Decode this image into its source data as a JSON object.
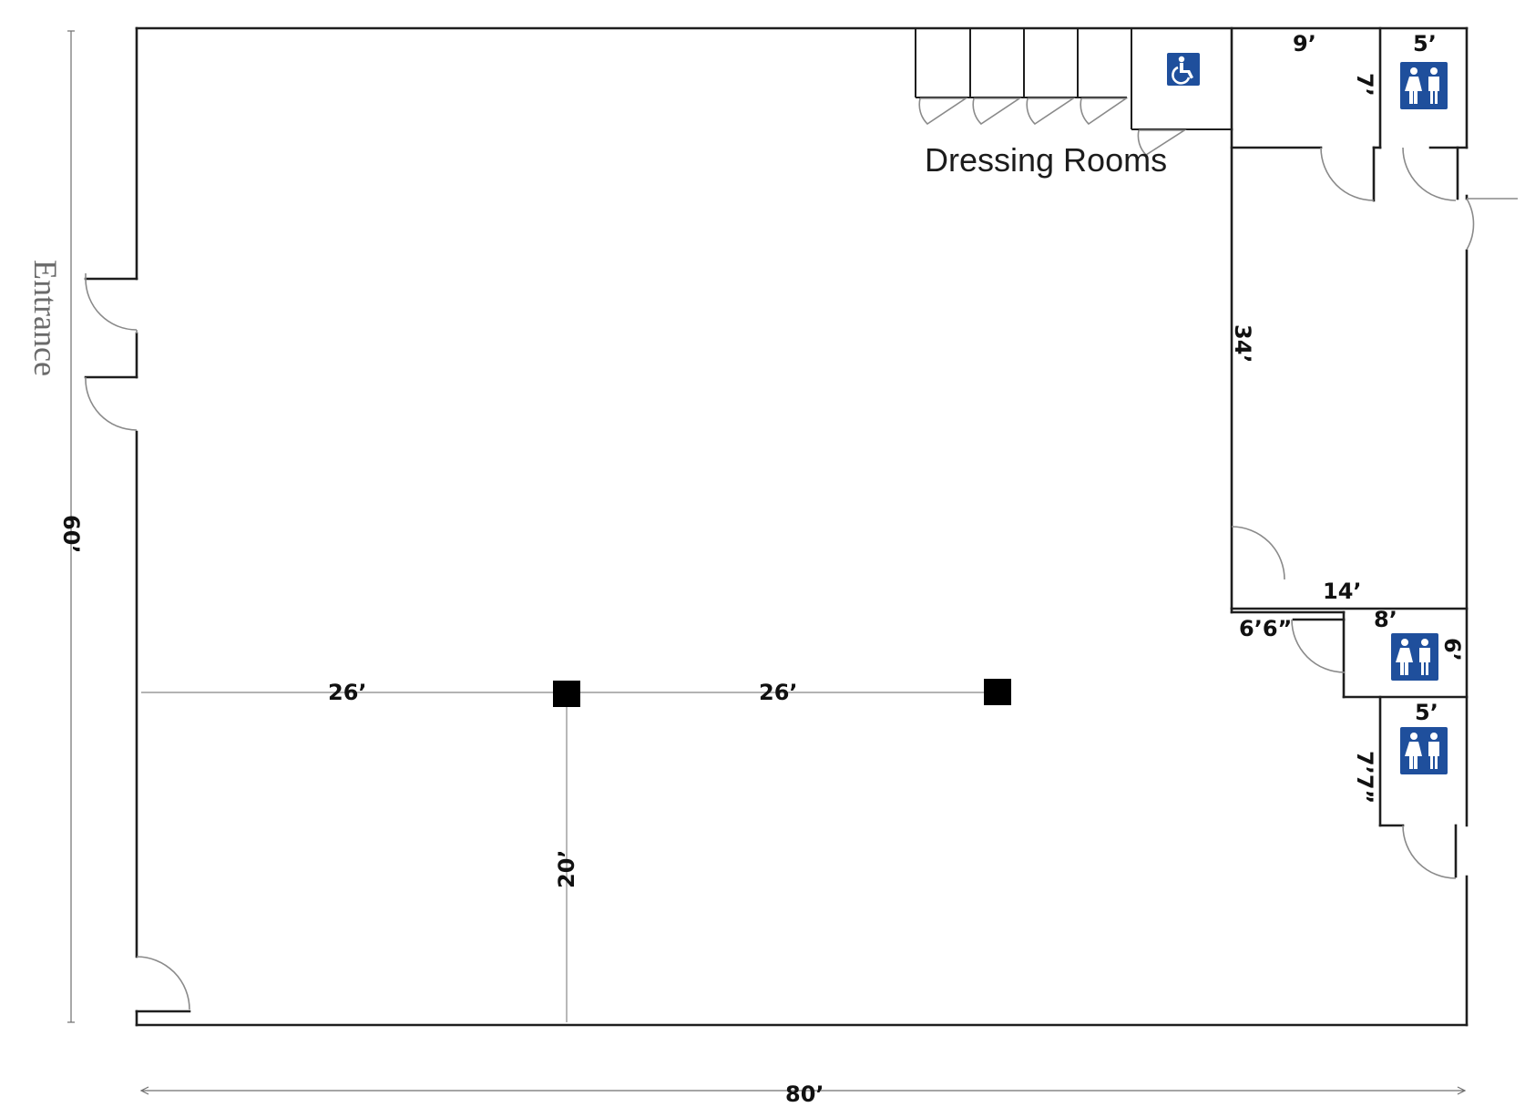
{
  "colors": {
    "wall": "#1e1e1e",
    "door": "#8a8a8a",
    "dimension": "#9a9a9a",
    "sign": "#1f4f9c",
    "column": "#000000"
  },
  "labels": {
    "dressing_rooms": "Dressing Rooms",
    "entrance": "Entrance"
  },
  "dimensions": {
    "overall_width": "80’",
    "overall_height": "60’",
    "column_span_left": "26’",
    "column_span_right": "26’",
    "column_to_wall": "20’",
    "upper_room_width": "9’",
    "upper_room_depth": "7’",
    "upper_restroom_width": "5’",
    "hall_length": "34’",
    "lower_room_width": "14’",
    "lower_restroom_width": "8’",
    "lower_restroom_depth": "6’",
    "lower_corridor": "6’6”",
    "bottom_restroom_width": "5’",
    "bottom_restroom_depth": "7’7”"
  },
  "icons": {
    "accessible": "wheelchair-icon",
    "restroom": "restroom-icon"
  }
}
